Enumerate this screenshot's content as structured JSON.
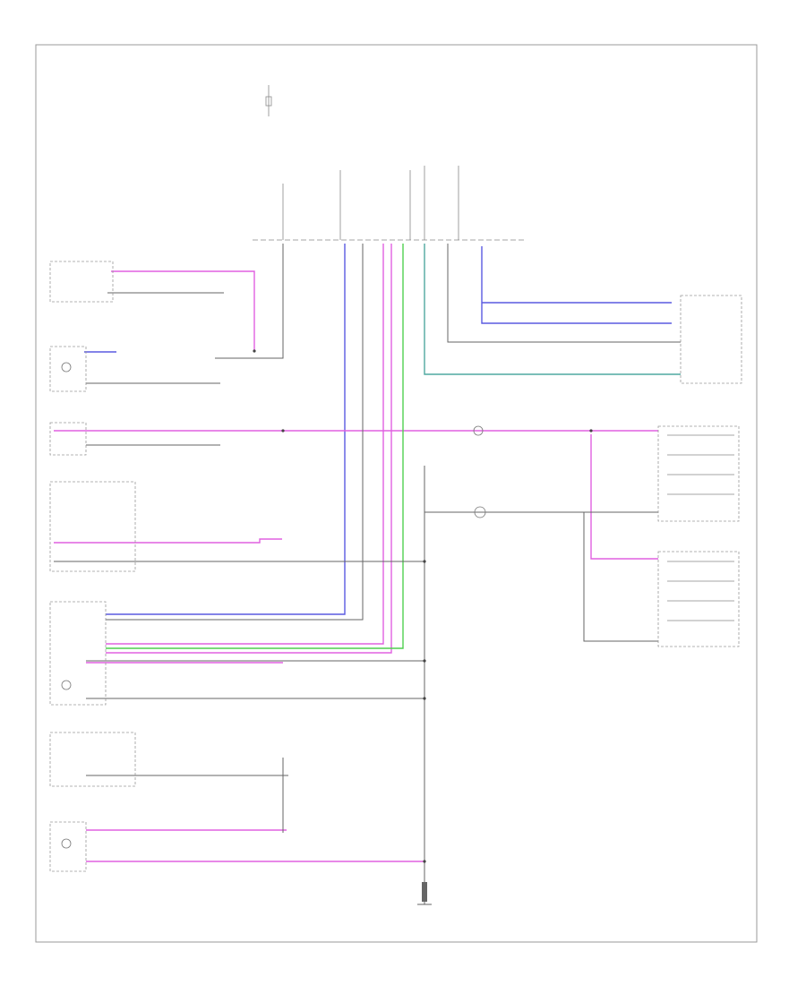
{
  "diagram": {
    "footer_code": "",
    "components": [
      {
        "id": "hot-at-all-times-fuse",
        "label": ""
      },
      {
        "id": "body-control-module",
        "label": ""
      },
      {
        "id": "rear-defrost-switch",
        "label": ""
      },
      {
        "id": "clock",
        "label": ""
      },
      {
        "id": "fog-lamp-switch",
        "label": ""
      },
      {
        "id": "hazard-flasher-switch",
        "label": ""
      },
      {
        "id": "headlamp-switch",
        "label": ""
      },
      {
        "id": "cruise-control-switch",
        "label": ""
      },
      {
        "id": "radio-control-switch",
        "label": ""
      },
      {
        "id": "illumination-ground",
        "label": ""
      },
      {
        "id": "left-steering-wheel-switch",
        "label": ""
      },
      {
        "id": "right-steering-wheel-switch",
        "label": ""
      },
      {
        "id": "instrument-cluster",
        "label": ""
      },
      {
        "id": "ground-point",
        "label": ""
      }
    ],
    "wire_colors": {
      "pink": "#e060e0",
      "blue": "#5a5ae0",
      "green": "#4fcf4f",
      "teal": "#4fa8a0",
      "gray": "#8a8a8a",
      "black": "#555555"
    }
  }
}
